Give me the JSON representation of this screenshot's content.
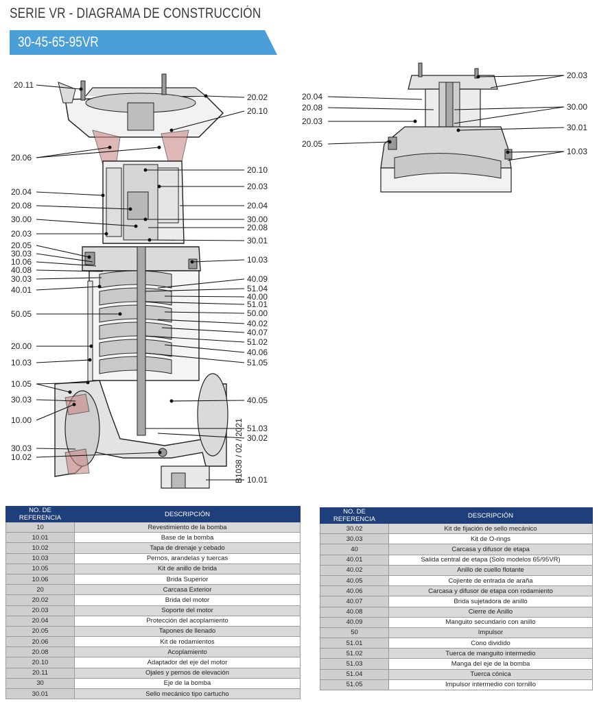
{
  "header": {
    "title": "SERIE VR -   DIAGRAMA DE CONSTRUCCIÓN",
    "model_banner": "30-45-65-95VR",
    "banner_color": "#4a9fd8"
  },
  "diagram_left_labels": {
    "left": [
      "20.11",
      "20.06",
      "20.04",
      "20.08",
      "30.00",
      "20.03",
      "20.05",
      "30.03",
      "10.06",
      "40.08",
      "30.03",
      "40.01",
      "50.05",
      "20.00",
      "10.03",
      "10.05",
      "30.03",
      "10.00",
      "30.03",
      "10.02"
    ],
    "right": [
      "20.02",
      "20.10",
      "20.10",
      "20.03",
      "20.04",
      "30.00",
      "20.08",
      "30.01",
      "10.03",
      "40.09",
      "51.04",
      "40.00",
      "51.01",
      "50.00",
      "40.02",
      "40.07",
      "51.02",
      "40.06",
      "51.05",
      "40.05",
      "51.03",
      "30.02",
      "10.01"
    ]
  },
  "diagram_right_labels": {
    "left": [
      "20.04",
      "20.08",
      "20.03",
      "20.05"
    ],
    "right": [
      "20.03",
      "30.00",
      "30.01",
      "10.03"
    ]
  },
  "figure_code": "B1038 / 02 / 2021",
  "table_left": {
    "headers": [
      "NO. DE REFERENCIA",
      "DESCRIPCIÓN"
    ],
    "rows": [
      [
        "10",
        "Revestimiento de la bomba"
      ],
      [
        "10.01",
        "Base de la bomba"
      ],
      [
        "10.02",
        "Tapa de drenaje y cebado"
      ],
      [
        "10.03",
        "Pernos, arandelas y tuercas"
      ],
      [
        "10.05",
        "Kit de anillo de brida"
      ],
      [
        "10.06",
        "Brida Superior"
      ],
      [
        "20",
        "Carcasa Exterior"
      ],
      [
        "20.02",
        "Brida del motor"
      ],
      [
        "20.03",
        "Soporte del motor"
      ],
      [
        "20.04",
        "Protección del acoplamiento"
      ],
      [
        "20.05",
        "Tapones de llenado"
      ],
      [
        "20.06",
        "Kit de rodamientos"
      ],
      [
        "20.08",
        "Acoplamiento"
      ],
      [
        "20.10",
        "Adaptador del eje del motor"
      ],
      [
        "20.11",
        "Ojales y pernos de elevación"
      ],
      [
        "30",
        "Eje de la bomba"
      ],
      [
        "30.01",
        "Sello mecánico tipo cartucho"
      ]
    ]
  },
  "table_right": {
    "headers": [
      "NO. DE REFERENCIA",
      "DESCRIPCIÓN"
    ],
    "rows": [
      [
        "30.02",
        "Kit de fijación de sello mecánico"
      ],
      [
        "30.03",
        "Kit de O-rings"
      ],
      [
        "40",
        "Carcasa y difusor de etapa"
      ],
      [
        "40.01",
        "Salida central de etapa (Solo modelos 65/95VR)"
      ],
      [
        "40.02",
        "Anillo de cuello flotante"
      ],
      [
        "40.05",
        "Cojiente de entrada de araña"
      ],
      [
        "40.06",
        "Carcasa y difusor de etapa con rodamiento"
      ],
      [
        "40.07",
        "Brida sujetadora de anillo"
      ],
      [
        "40.08",
        "Cierre de Anillo"
      ],
      [
        "40.09",
        "Manguito secundario con anillo"
      ],
      [
        "50",
        "Impulsor"
      ],
      [
        "51.01",
        "Cono dividido"
      ],
      [
        "51.02",
        "Tuerca de manguito intermedio"
      ],
      [
        "51.03",
        "Manga del eje de la bomba"
      ],
      [
        "51.04",
        "Tuerca cónica"
      ],
      [
        "51.05",
        "Impulsor intermedio con tornillo"
      ]
    ]
  }
}
